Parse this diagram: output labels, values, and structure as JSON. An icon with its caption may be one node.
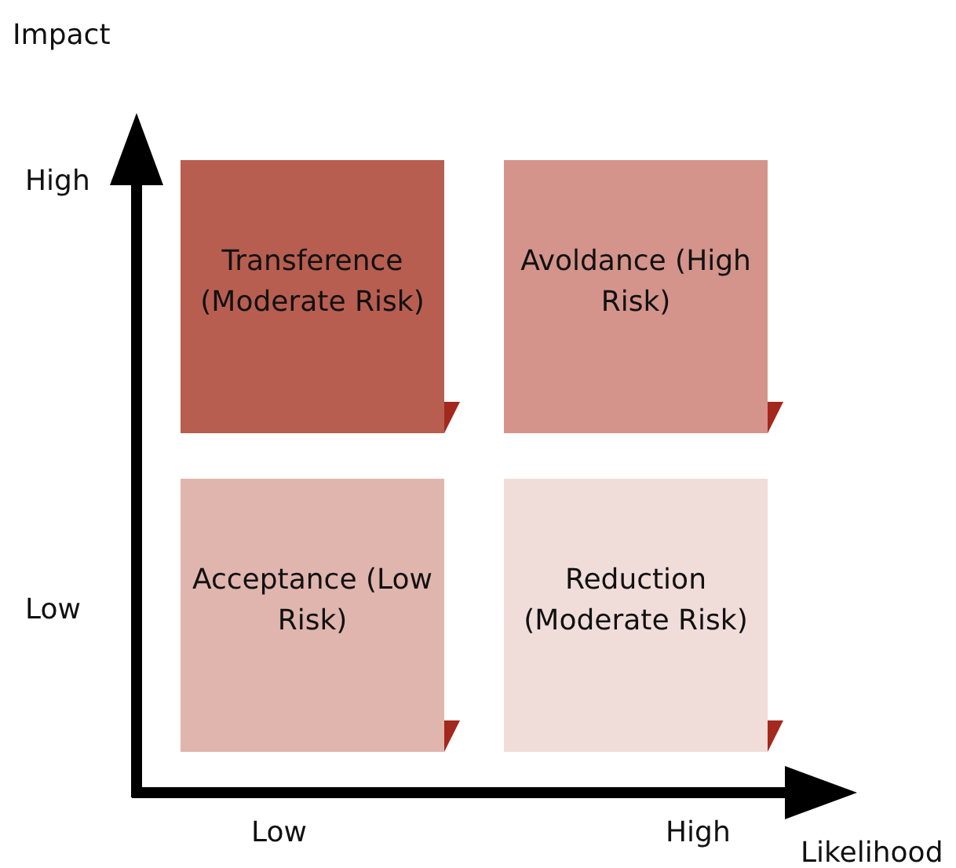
{
  "diagram": {
    "nodes": [
      {
        "text": [
          "Transference (Moderate Risk)"
        ]
      },
      {
        "text": [
          "Avoldance (High Risk)"
        ]
      },
      {
        "text": [
          "Acceptance (Low Risk)"
        ]
      },
      {
        "text": [
          "Reduction (Moderate Risk)"
        ]
      }
    ],
    "edges": [],
    "labels": [
      "Impact",
      "High",
      "Low",
      "Low",
      "High",
      "Likelihood"
    ]
  }
}
